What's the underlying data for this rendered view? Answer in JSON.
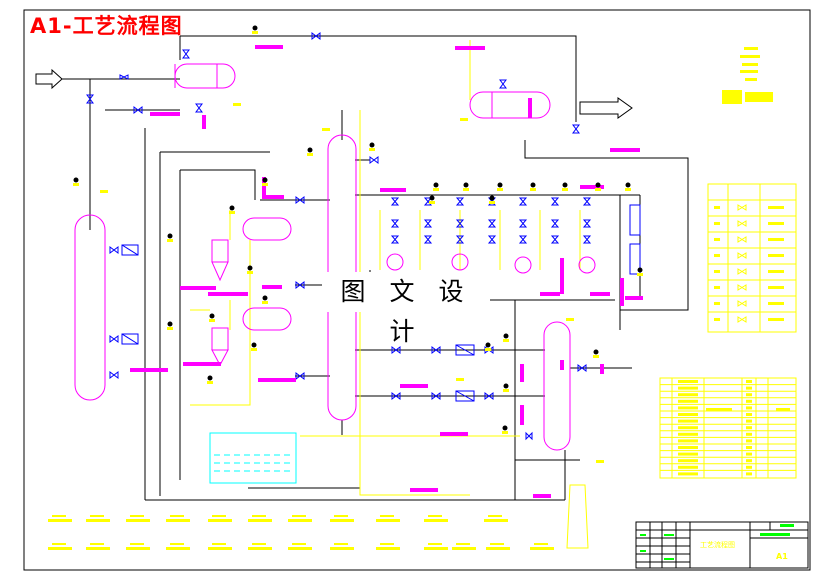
{
  "drawing": {
    "title": "A1-工艺流程图",
    "watermark": "图 文 设 计"
  },
  "title_block": {
    "drawing_name": "工艺流程图",
    "sheet_size": "A1"
  },
  "colors": {
    "frame": "#000000",
    "process_line": "#000000",
    "utility_line": "#ffff00",
    "equipment": "#ff00ff",
    "valve": "#0000ff",
    "instrument": "#ffff00",
    "tank_water": "#00ffff",
    "chimney": "#ffff00",
    "title": "#ff0000",
    "arrow_fill": "#ffffff"
  },
  "legend_table": {
    "rows": 8,
    "symbols": [
      "gate-valve-icon",
      "globe-valve-icon",
      "check-valve-icon",
      "control-valve-icon",
      "safety-valve-icon",
      "flame-arrester-icon",
      "orifice-plate-icon",
      "steam-trap-icon"
    ]
  },
  "equipment_list": {
    "rows": 15
  }
}
